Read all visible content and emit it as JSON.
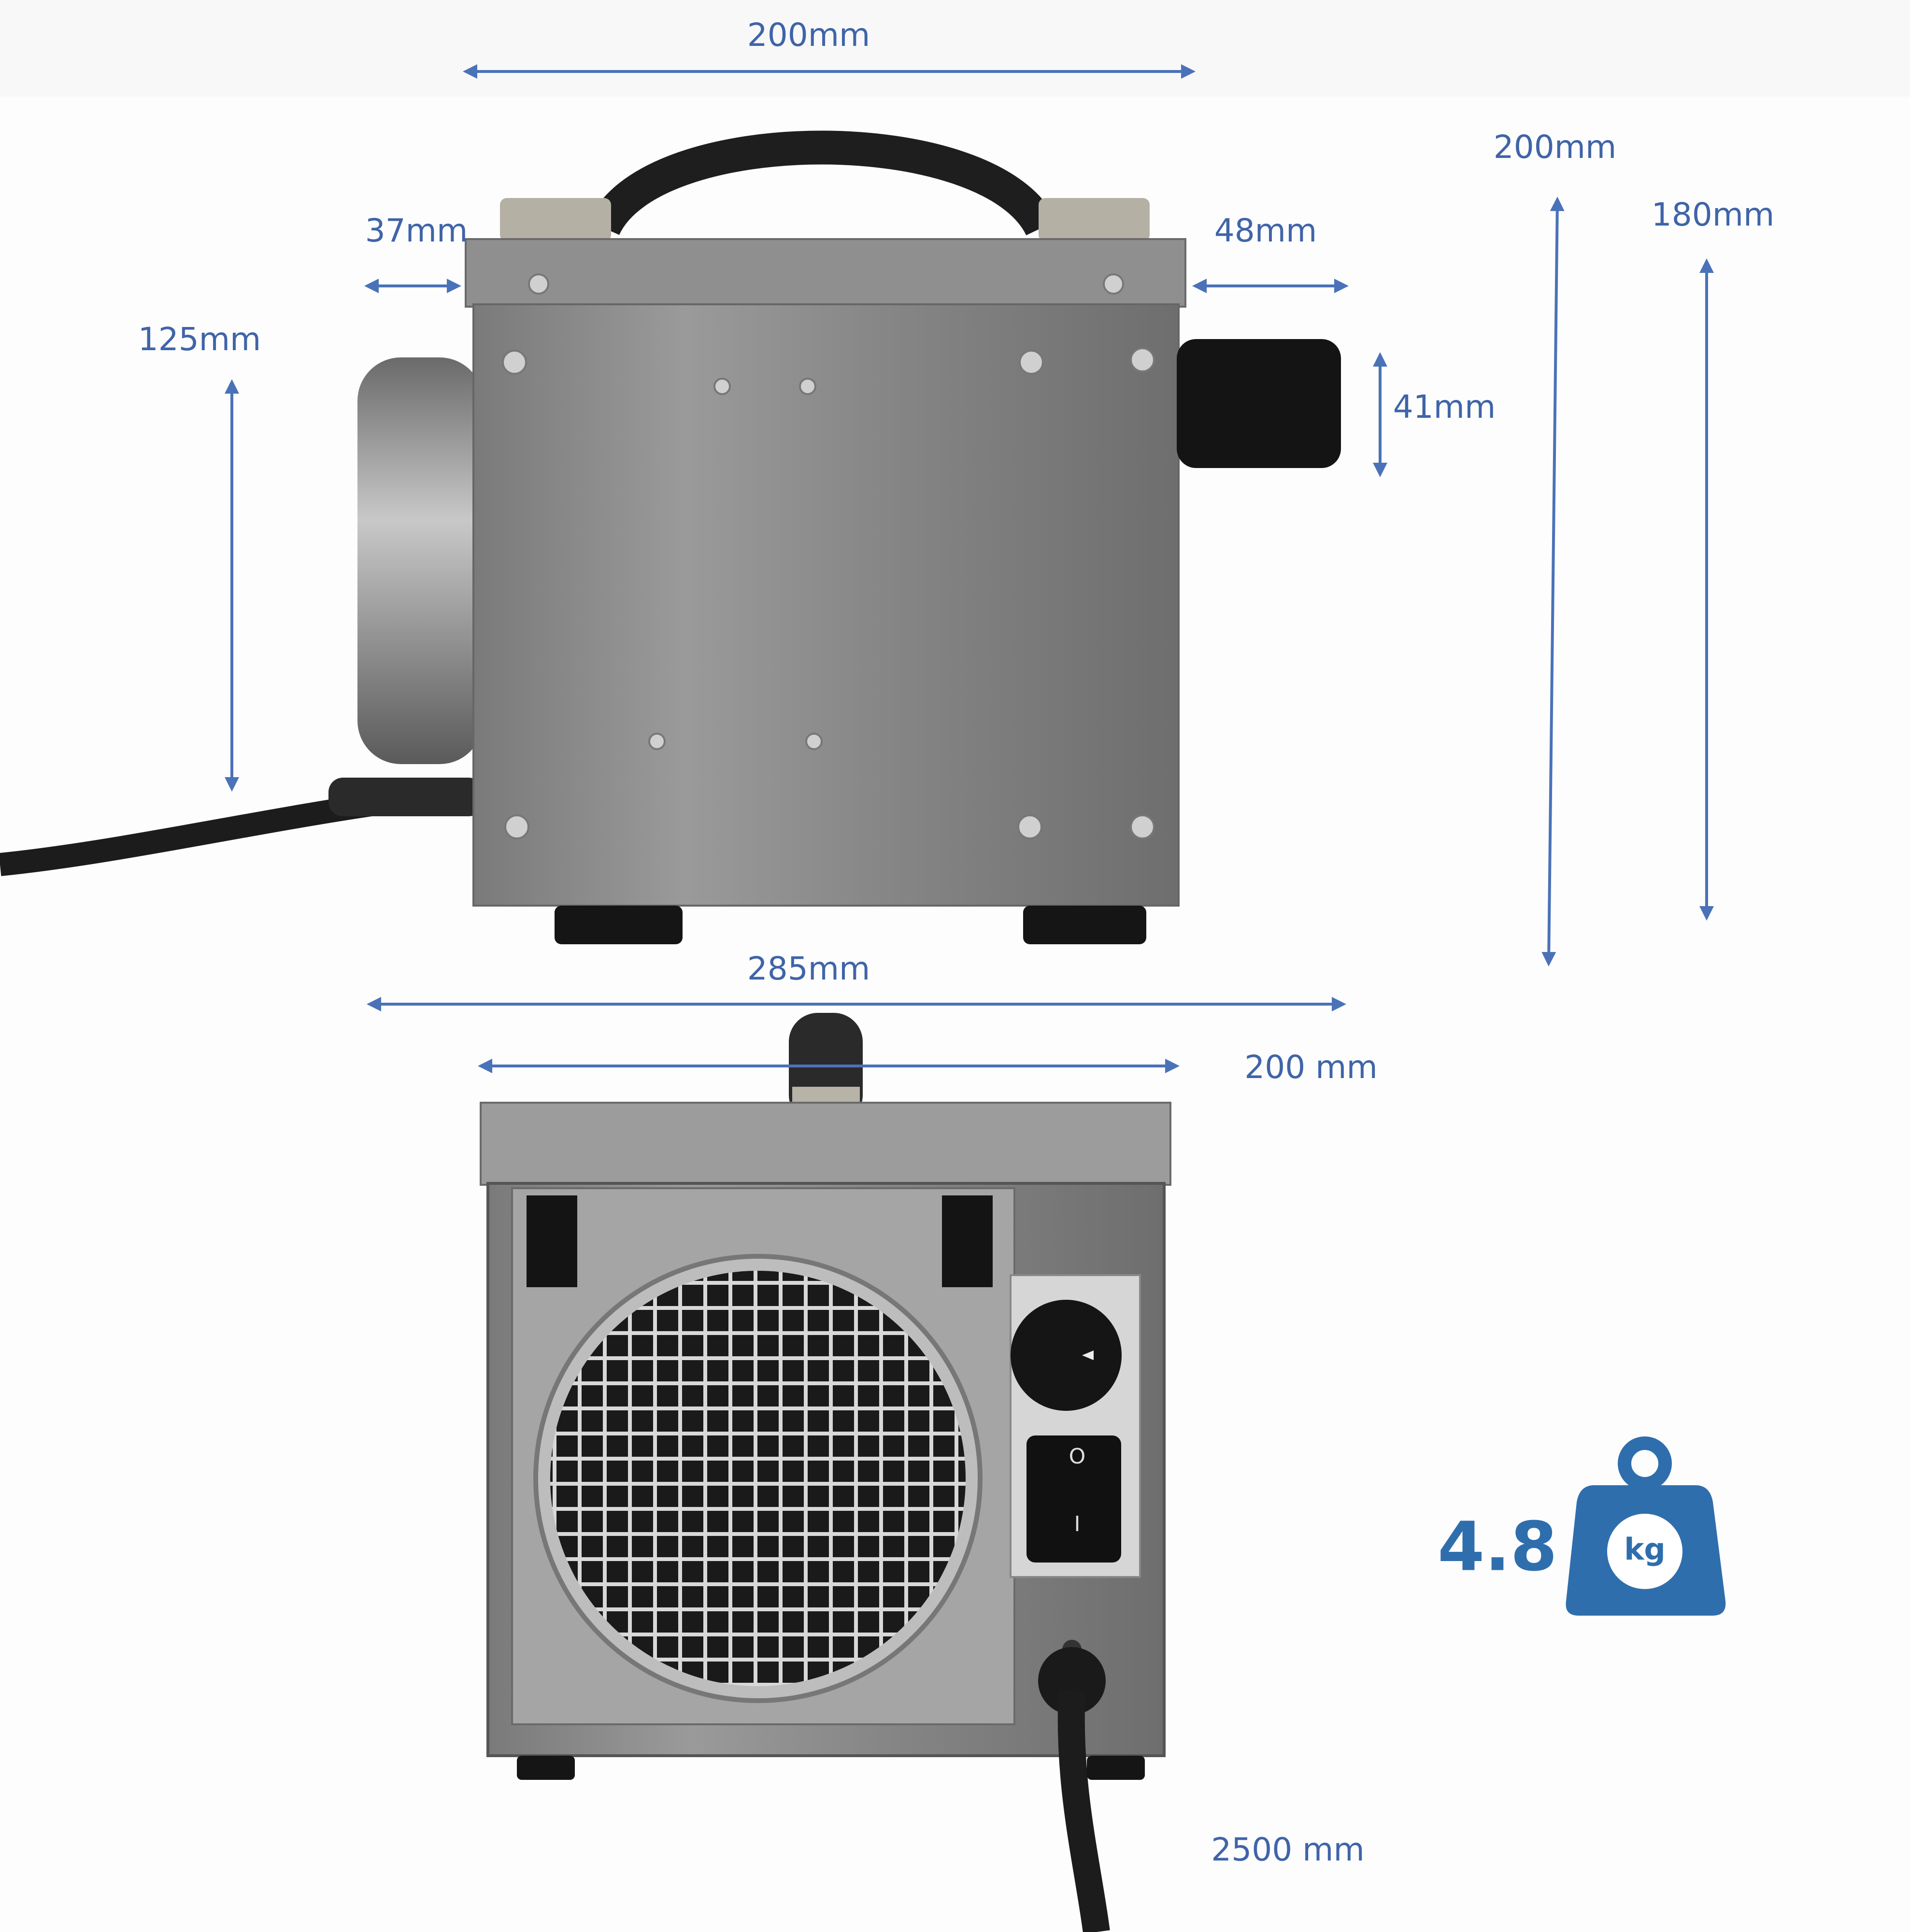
{
  "colors": {
    "label": "#3f64a8",
    "arrow": "#4a72b8",
    "weight_icon": "#2f6ead",
    "steel": "#8c8c8c"
  },
  "side_view": {
    "width_top": "200mm",
    "left_protrusion": "37mm",
    "right_protrusion": "48mm",
    "cylinder_height": "125mm",
    "tube_diameter": "41mm",
    "total_height": "200mm",
    "body_height": "180mm",
    "total_length": "285mm"
  },
  "front_view": {
    "width": "200 mm",
    "cord_length": "2500 mm",
    "switch_on": "I",
    "switch_off": "O"
  },
  "weight": {
    "value": "4.8",
    "unit": "kg",
    "icon": "weight-icon"
  }
}
